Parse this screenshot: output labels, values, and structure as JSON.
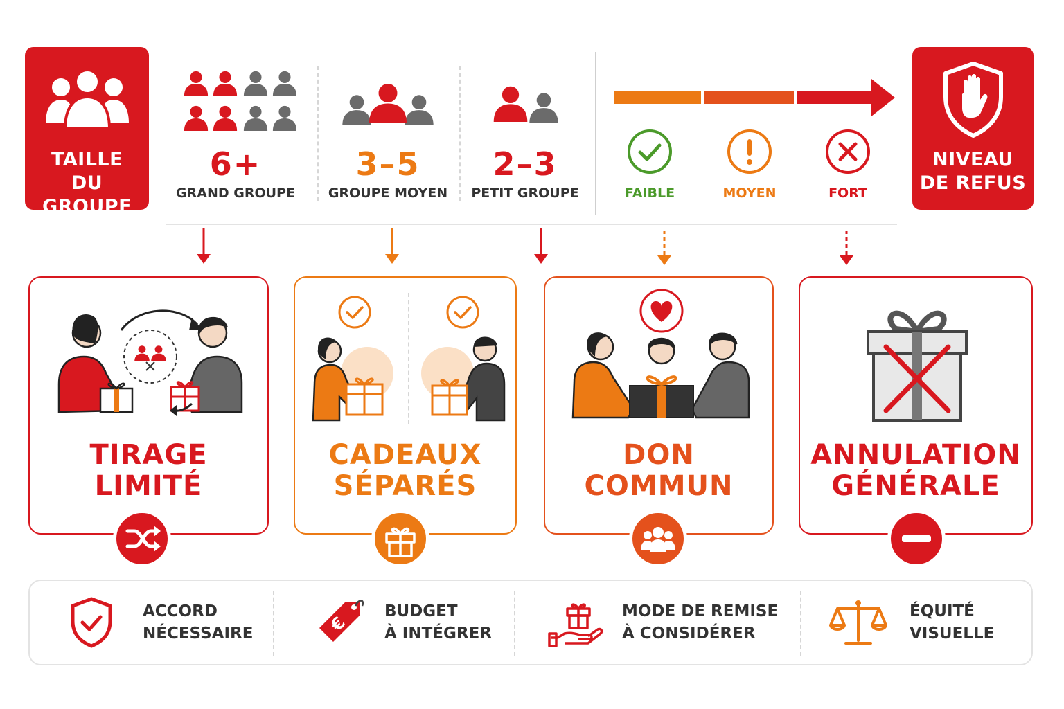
{
  "colors": {
    "red": "#d8181f",
    "orange": "#ec7a14",
    "green": "#4b9a2a",
    "gray": "#666666"
  },
  "left_box": {
    "line1": "TAILLE",
    "line2": "DU GROUPE",
    "icon": "group-icon"
  },
  "right_box": {
    "line1": "NIVEAU",
    "line2": "DE REFUS",
    "icon": "shield-hand-icon"
  },
  "group_sizes": [
    {
      "number": "6+",
      "label": "GRAND GROUPE"
    },
    {
      "number": "3–5",
      "label": "GROUPE MOYEN"
    },
    {
      "number": "2–3",
      "label": "PETIT GROUPE"
    }
  ],
  "refusal_levels": [
    {
      "label": "FAIBLE",
      "icon": "check-circle-icon"
    },
    {
      "label": "MOYEN",
      "icon": "exclamation-circle-icon"
    },
    {
      "label": "FORT",
      "icon": "x-circle-icon"
    }
  ],
  "cards": [
    {
      "line1": "TIRAGE",
      "line2": "LIMITÉ",
      "badge_icon": "shuffle-icon"
    },
    {
      "line1": "CADEAUX",
      "line2": "SÉPARÉS",
      "badge_icon": "gift-icon"
    },
    {
      "line1": "DON",
      "line2": "COMMUN",
      "badge_icon": "group-icon"
    },
    {
      "line1": "ANNULATION",
      "line2": "GÉNÉRALE",
      "badge_icon": "minus-icon"
    }
  ],
  "footer": [
    {
      "line1": "ACCORD",
      "line2": "NÉCESSAIRE",
      "icon": "shield-check-icon"
    },
    {
      "line1": "BUDGET",
      "line2": "À INTÉGRER",
      "icon": "euro-tag-icon"
    },
    {
      "line1": "MODE DE REMISE",
      "line2": "À CONSIDÉRER",
      "icon": "gift-hand-icon"
    },
    {
      "line1": "ÉQUITÉ",
      "line2": "VISUELLE",
      "icon": "balance-scale-icon"
    }
  ]
}
